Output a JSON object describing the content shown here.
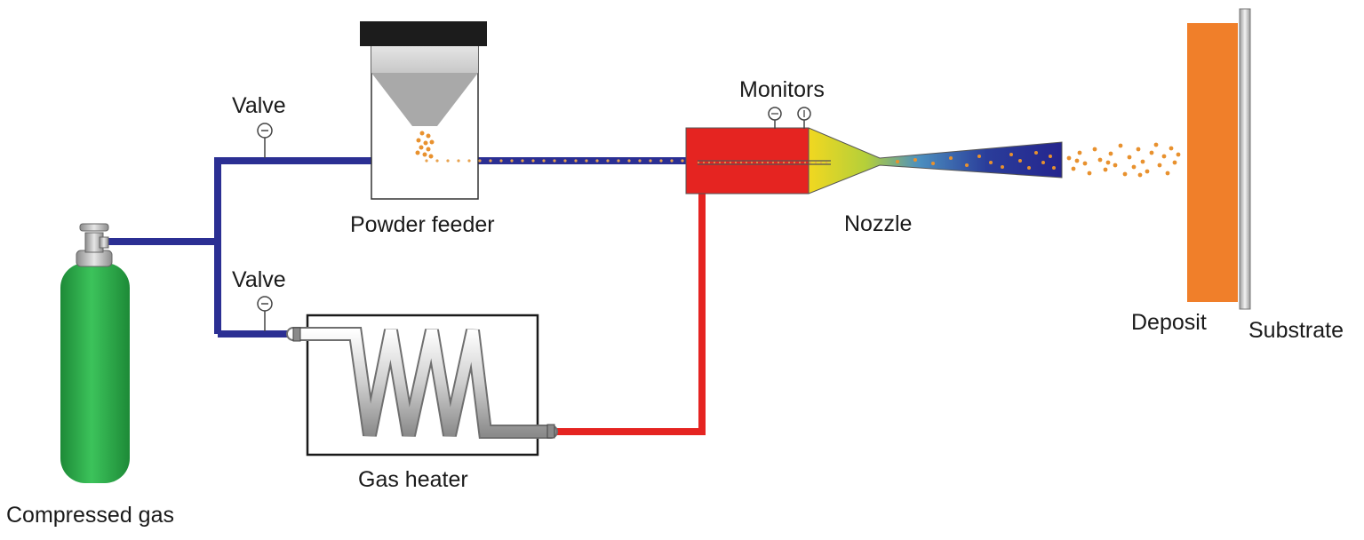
{
  "labels": {
    "compressed_gas": "Compressed gas",
    "valve_top": "Valve",
    "valve_bottom": "Valve",
    "powder_feeder": "Powder feeder",
    "gas_heater": "Gas heater",
    "monitors": "Monitors",
    "nozzle": "Nozzle",
    "deposit": "Deposit",
    "substrate": "Substrate"
  },
  "colors": {
    "cold_pipe": "#2b2f93",
    "hot_pipe": "#e52421",
    "gas_cylinder": "#2fae4b",
    "deposit": "#f07f2a",
    "particles": "#e8912e",
    "hopper_cone": "#a9a9a9",
    "feeder_lid": "#1c1c1c"
  }
}
